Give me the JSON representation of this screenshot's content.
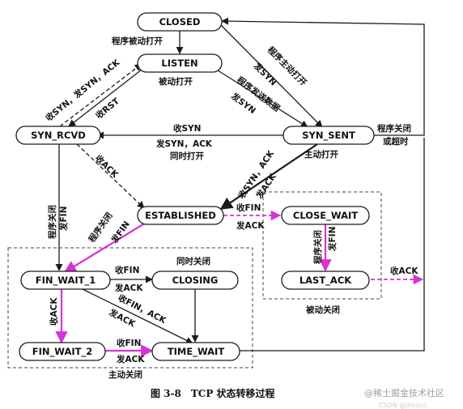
{
  "states": {
    "closed": "CLOSED",
    "listen": "LISTEN",
    "syn_rcvd": "SYN_RCVD",
    "syn_sent": "SYN_SENT",
    "established": "ESTABLISHED",
    "close_wait": "CLOSE_WAIT",
    "last_ack": "LAST_ACK",
    "fin_wait_1": "FIN_WAIT_1",
    "closing": "CLOSING",
    "fin_wait_2": "FIN_WAIT_2",
    "time_wait": "TIME_WAIT"
  },
  "labels": {
    "passive_open_app": "程序被动打开",
    "passive_open": "被动打开",
    "recv_syn_send_synack": "收SYN，发SYN，ACK",
    "recv_rst": "收RST",
    "active_open_app": "程序主动打开",
    "send_syn_1": "发SYN",
    "app_send_data": "程序发送数据",
    "send_syn_2": "发SYN",
    "recv_syn": "收SYN",
    "send_syn_ack": "发SYN，ACK",
    "simultaneous_open": "同时打开",
    "active_open": "主动打开",
    "app_close": "程序关闭",
    "or_timeout": "或超时",
    "recv_ack_1": "收ACK",
    "recv_synack": "收SYN，ACK",
    "send_ack_1": "发ACK",
    "app_close_fin_1": "程序关闭",
    "send_fin_1": "发FIN",
    "app_close_fin_2": "程序关闭",
    "send_fin_2": "发FIN",
    "recv_fin_1": "收FIN",
    "send_ack_2": "发ACK",
    "app_close_fin_3": "程序关闭",
    "send_fin_3": "发FIN",
    "recv_ack_2": "收ACK",
    "passive_close": "被动关闭",
    "simultaneous_close": "同时关闭",
    "recv_fin_2": "收FIN",
    "send_ack_3": "发ACK",
    "recv_fin_ack": "收FIN，ACK",
    "send_ack_4": "发ACK",
    "recv_ack_3": "收ACK",
    "recv_fin_3": "收FIN",
    "send_ack_5": "发ACK",
    "active_close": "主动关闭"
  },
  "caption": "图 3-8　TCP 状态转移过程",
  "watermark": {
    "main": "@稀土掘金技术社区",
    "sub": "CSDN @jhcoco"
  },
  "colors": {
    "line": "#1a1a1a",
    "highlight": "#d633d6",
    "background": "#ffffff"
  }
}
